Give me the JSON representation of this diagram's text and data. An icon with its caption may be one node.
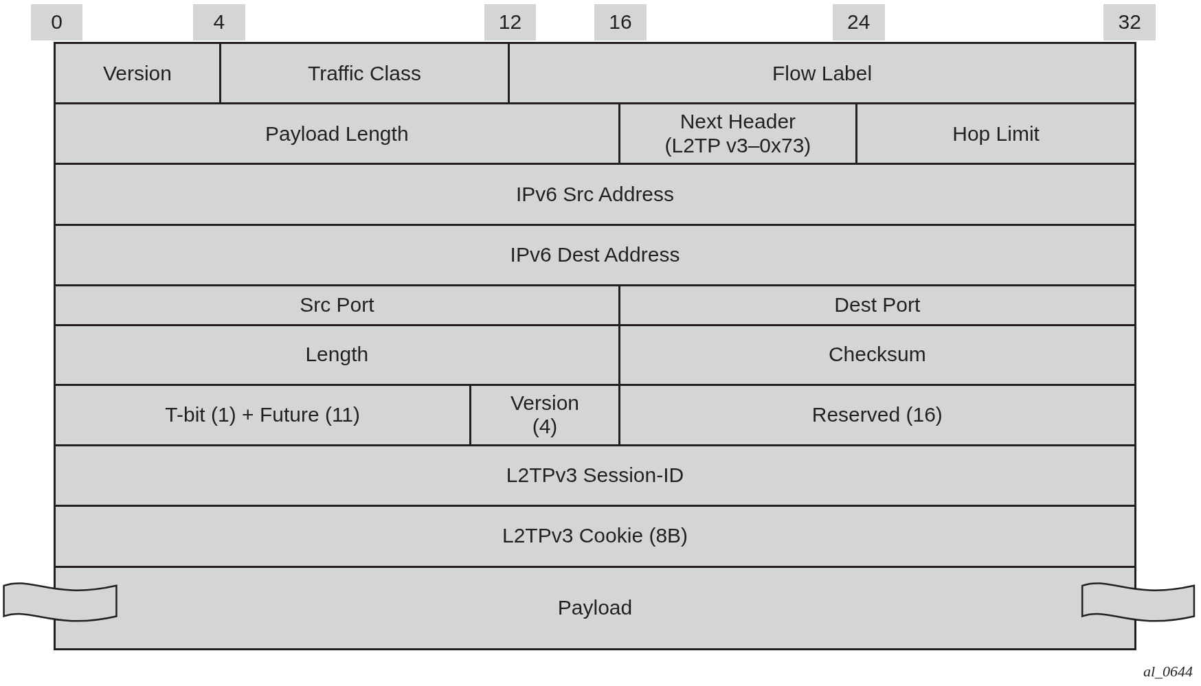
{
  "diagram": {
    "nodes": [
      {
        "text": [
          "Version"
        ]
      },
      {
        "text": [
          "Traffic Class"
        ]
      },
      {
        "text": [
          "Flow Label"
        ]
      },
      {
        "text": [
          "Payload Length"
        ]
      },
      {
        "text": [
          "Next Header (L2TP v3–0x73)"
        ]
      },
      {
        "text": [
          "Hop Limit"
        ]
      },
      {
        "text": [
          "IPv6 Src Address"
        ]
      },
      {
        "text": [
          "IPv6 Dest Address"
        ]
      },
      {
        "text": [
          "Src Port"
        ]
      },
      {
        "text": [
          "Dest Port"
        ]
      },
      {
        "text": [
          "Length"
        ]
      },
      {
        "text": [
          "Checksum"
        ]
      },
      {
        "text": [
          "T-bit (1) + Future (11)"
        ]
      },
      {
        "text": [
          "Version (4)"
        ]
      },
      {
        "text": [
          "Reserved (16)"
        ]
      },
      {
        "text": [
          "L2TPv3 Session-ID"
        ]
      },
      {
        "text": [
          "L2TPv3 Cookie (8B)"
        ]
      },
      {
        "text": [
          "Payload"
        ]
      },
      {
        "text": [],
        "shape": "wave"
      },
      {
        "text": [],
        "shape": "wave"
      }
    ],
    "edges": [],
    "labels": [
      "0",
      "4",
      "12",
      "16",
      "24",
      "32",
      "al_0644"
    ]
  }
}
